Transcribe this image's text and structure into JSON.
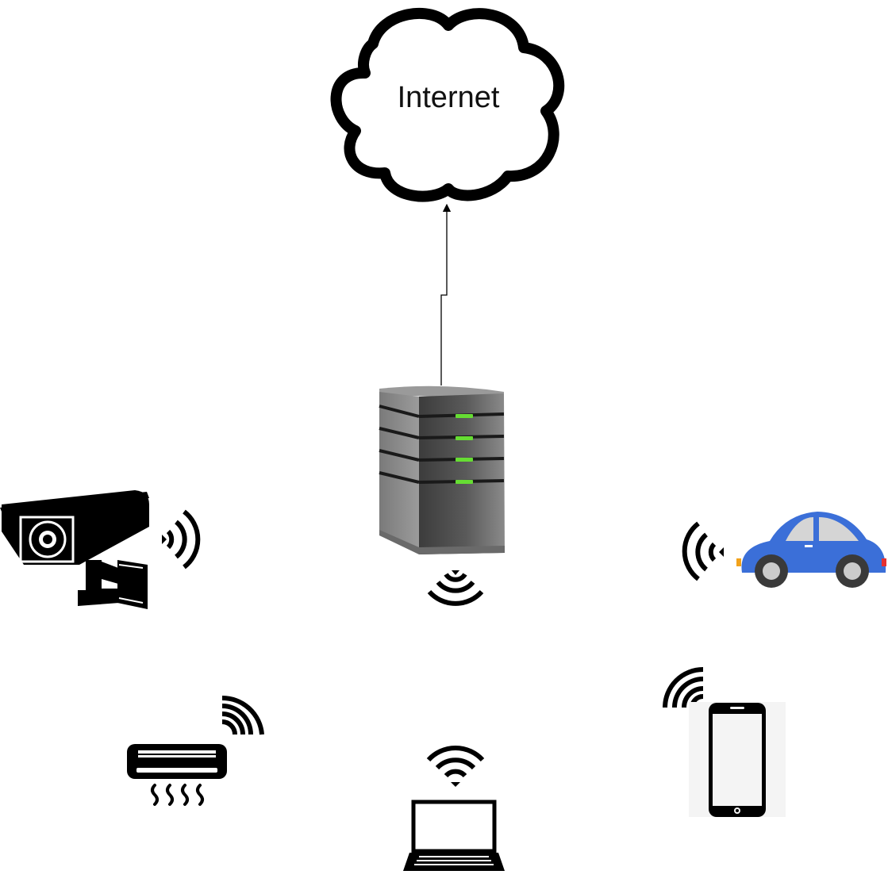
{
  "diagram": {
    "cloud": {
      "label": "Internet",
      "icon": "cloud-icon"
    },
    "nodes": [
      {
        "id": "server",
        "icon": "server-icon",
        "signal": "wifi-signal-icon"
      },
      {
        "id": "camera",
        "icon": "security-camera-icon",
        "signal": "wifi-signal-icon"
      },
      {
        "id": "car",
        "icon": "car-icon",
        "signal": "wifi-signal-icon"
      },
      {
        "id": "air-conditioner",
        "icon": "air-conditioner-icon",
        "signal": "wifi-signal-icon"
      },
      {
        "id": "laptop",
        "icon": "laptop-icon",
        "signal": "wifi-signal-icon"
      },
      {
        "id": "smartphone",
        "icon": "smartphone-icon",
        "signal": "wifi-signal-icon"
      }
    ],
    "edges": [
      {
        "from": "server",
        "to": "cloud",
        "arrow": true
      }
    ],
    "colors": {
      "server_led": "#66dd33",
      "car_body": "#3b6fd8",
      "car_window": "#d5d5d5",
      "phone_panel": "#f4f4f4",
      "line": "#000000"
    }
  }
}
